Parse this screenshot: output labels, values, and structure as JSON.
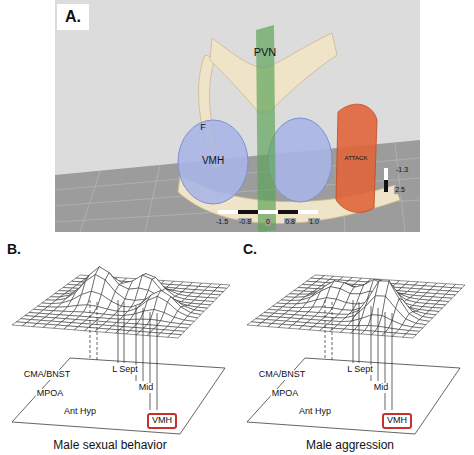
{
  "diagram": {
    "nodes": [
      {
        "text": [
          "VMH"
        ]
      },
      {
        "text": [
          "VMH"
        ]
      }
    ],
    "labels": [
      "A.",
      "PVN",
      "F",
      "VMH",
      "ATTACK",
      "-1.5",
      "-0.8",
      "0",
      "0.8",
      "1.0",
      "2.5",
      "-1.3",
      "B.",
      "CMA/BNST",
      "L Sept",
      "MPOA",
      "Mid",
      "Ant Hyp",
      "Male sexual behavior",
      "C.",
      "CMA/BNST",
      "L Sept",
      "MPOA",
      "Mid",
      "Ant Hyp",
      "Male aggression"
    ]
  }
}
